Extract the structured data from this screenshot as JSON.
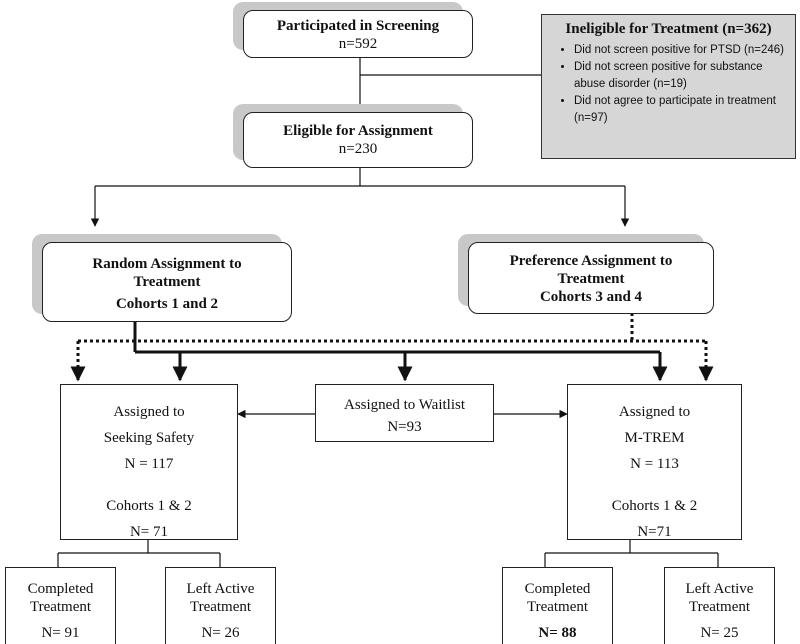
{
  "screening": {
    "title": "Participated in Screening",
    "count": "n=592"
  },
  "ineligible": {
    "title": "Ineligible for Treatment (n=362)",
    "reasons": [
      "Did not screen positive for PTSD (n=246)",
      "Did not screen positive for substance abuse disorder (n=19)",
      "Did not agree to participate in treatment (n=97)"
    ]
  },
  "eligible": {
    "title": "Eligible for Assignment",
    "count": "n=230"
  },
  "random": {
    "line1": "Random Assignment to",
    "line2": "Treatment",
    "line3": "Cohorts 1 and 2"
  },
  "preference": {
    "line1": "Preference Assignment to",
    "line2": "Treatment",
    "line3": "Cohorts 3 and 4"
  },
  "waitlist": {
    "label": "Assigned to Waitlist",
    "count": "N=93"
  },
  "seeking_safety": {
    "line1": "Assigned to",
    "line2": "Seeking Safety",
    "count": "N = 117",
    "cohorts": "Cohorts 1 & 2",
    "cohorts_count": "N= 71"
  },
  "mtrem": {
    "line1": "Assigned to",
    "line2": "M-TREM",
    "count": "N = 113",
    "cohorts": "Cohorts 1 & 2",
    "cohorts_count": "N=71"
  },
  "ss_completed": {
    "line1": "Completed",
    "line2": "Treatment",
    "count": "N= 91"
  },
  "ss_left": {
    "line1": "Left Active",
    "line2": "Treatment",
    "count": "N= 26"
  },
  "mt_completed": {
    "line1": "Completed",
    "line2": "Treatment",
    "count": "N= 88"
  },
  "mt_left": {
    "line1": "Left Active",
    "line2": "Treatment",
    "count": "N= 25"
  }
}
